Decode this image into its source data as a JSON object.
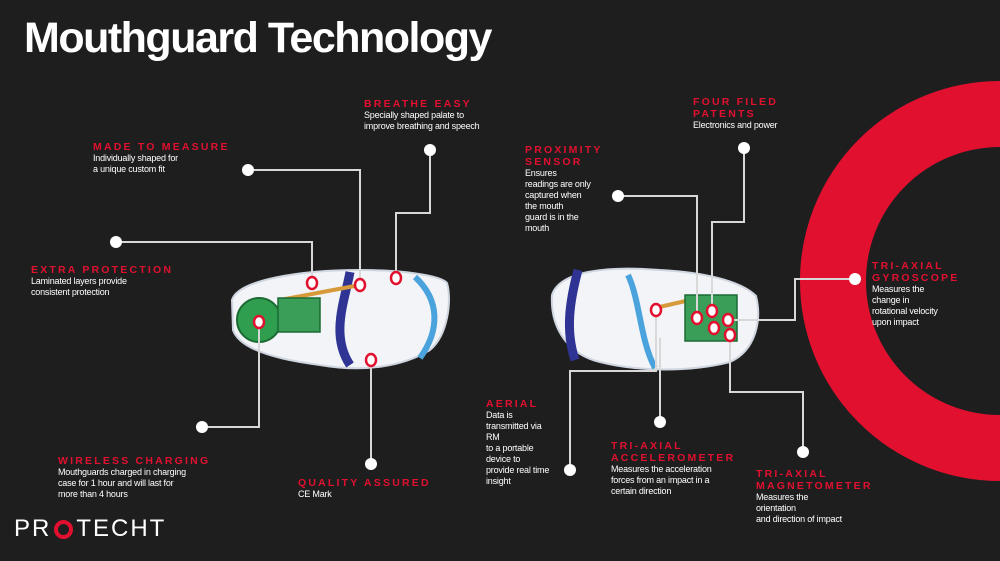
{
  "title": "Mouthguard Technology",
  "logo": {
    "text_left": "PR",
    "text_right": "TECHT",
    "ring_color": "#e1102f"
  },
  "colors": {
    "accent": "#e1102f",
    "background": "#1f1e1f",
    "text": "#ffffff"
  },
  "features": {
    "breathe_easy": {
      "heading": "BREATHE EASY",
      "desc": [
        "Specially shaped palate to",
        "improve breathing and speech"
      ]
    },
    "made_to_measure": {
      "heading": "MADE TO MEASURE",
      "desc": [
        "Individually shaped for",
        "a unique custom fit"
      ]
    },
    "extra_protection": {
      "heading": "EXTRA PROTECTION",
      "desc": [
        "Laminated layers provide",
        "consistent protection"
      ]
    },
    "wireless_charging": {
      "heading": "WIRELESS CHARGING",
      "desc": [
        "Mouthguards charged in charging",
        "case for 1 hour and will last for",
        "more than 4 hours"
      ]
    },
    "quality_assured": {
      "heading": "QUALITY ASSURED",
      "desc": [
        "CE Mark"
      ]
    },
    "proximity_sensor": {
      "heading": [
        "PROXIMITY",
        "SENSOR"
      ],
      "desc": [
        "Ensures",
        "readings are only",
        "captured when",
        "the mouth",
        "guard is in the",
        "mouth"
      ]
    },
    "four_filed_patents": {
      "heading": [
        "FOUR FILED",
        "PATENTS"
      ],
      "desc": [
        "Electronics and power"
      ]
    },
    "tri_axial_gyroscope": {
      "heading": [
        "TRI-AXIAL",
        "GYROSCOPE"
      ],
      "desc": [
        "Measures the",
        "change in",
        "rotational velocity",
        "upon impact"
      ]
    },
    "aerial": {
      "heading": "AERIAL",
      "desc": [
        "Data is",
        "transmitted via",
        "RM",
        "to a portable",
        "device to",
        "provide real time",
        "insight"
      ]
    },
    "tri_axial_accelerometer": {
      "heading": [
        "TRI-AXIAL",
        "ACCELEROMETER"
      ],
      "desc": [
        "Measures the acceleration",
        "forces from an impact in a",
        "certain direction"
      ]
    },
    "tri_axial_magnetometer": {
      "heading": [
        "TRI-AXIAL",
        "MAGNETOMETER"
      ],
      "desc": [
        "Measures the",
        "orientation",
        "and direction of impact"
      ]
    }
  }
}
